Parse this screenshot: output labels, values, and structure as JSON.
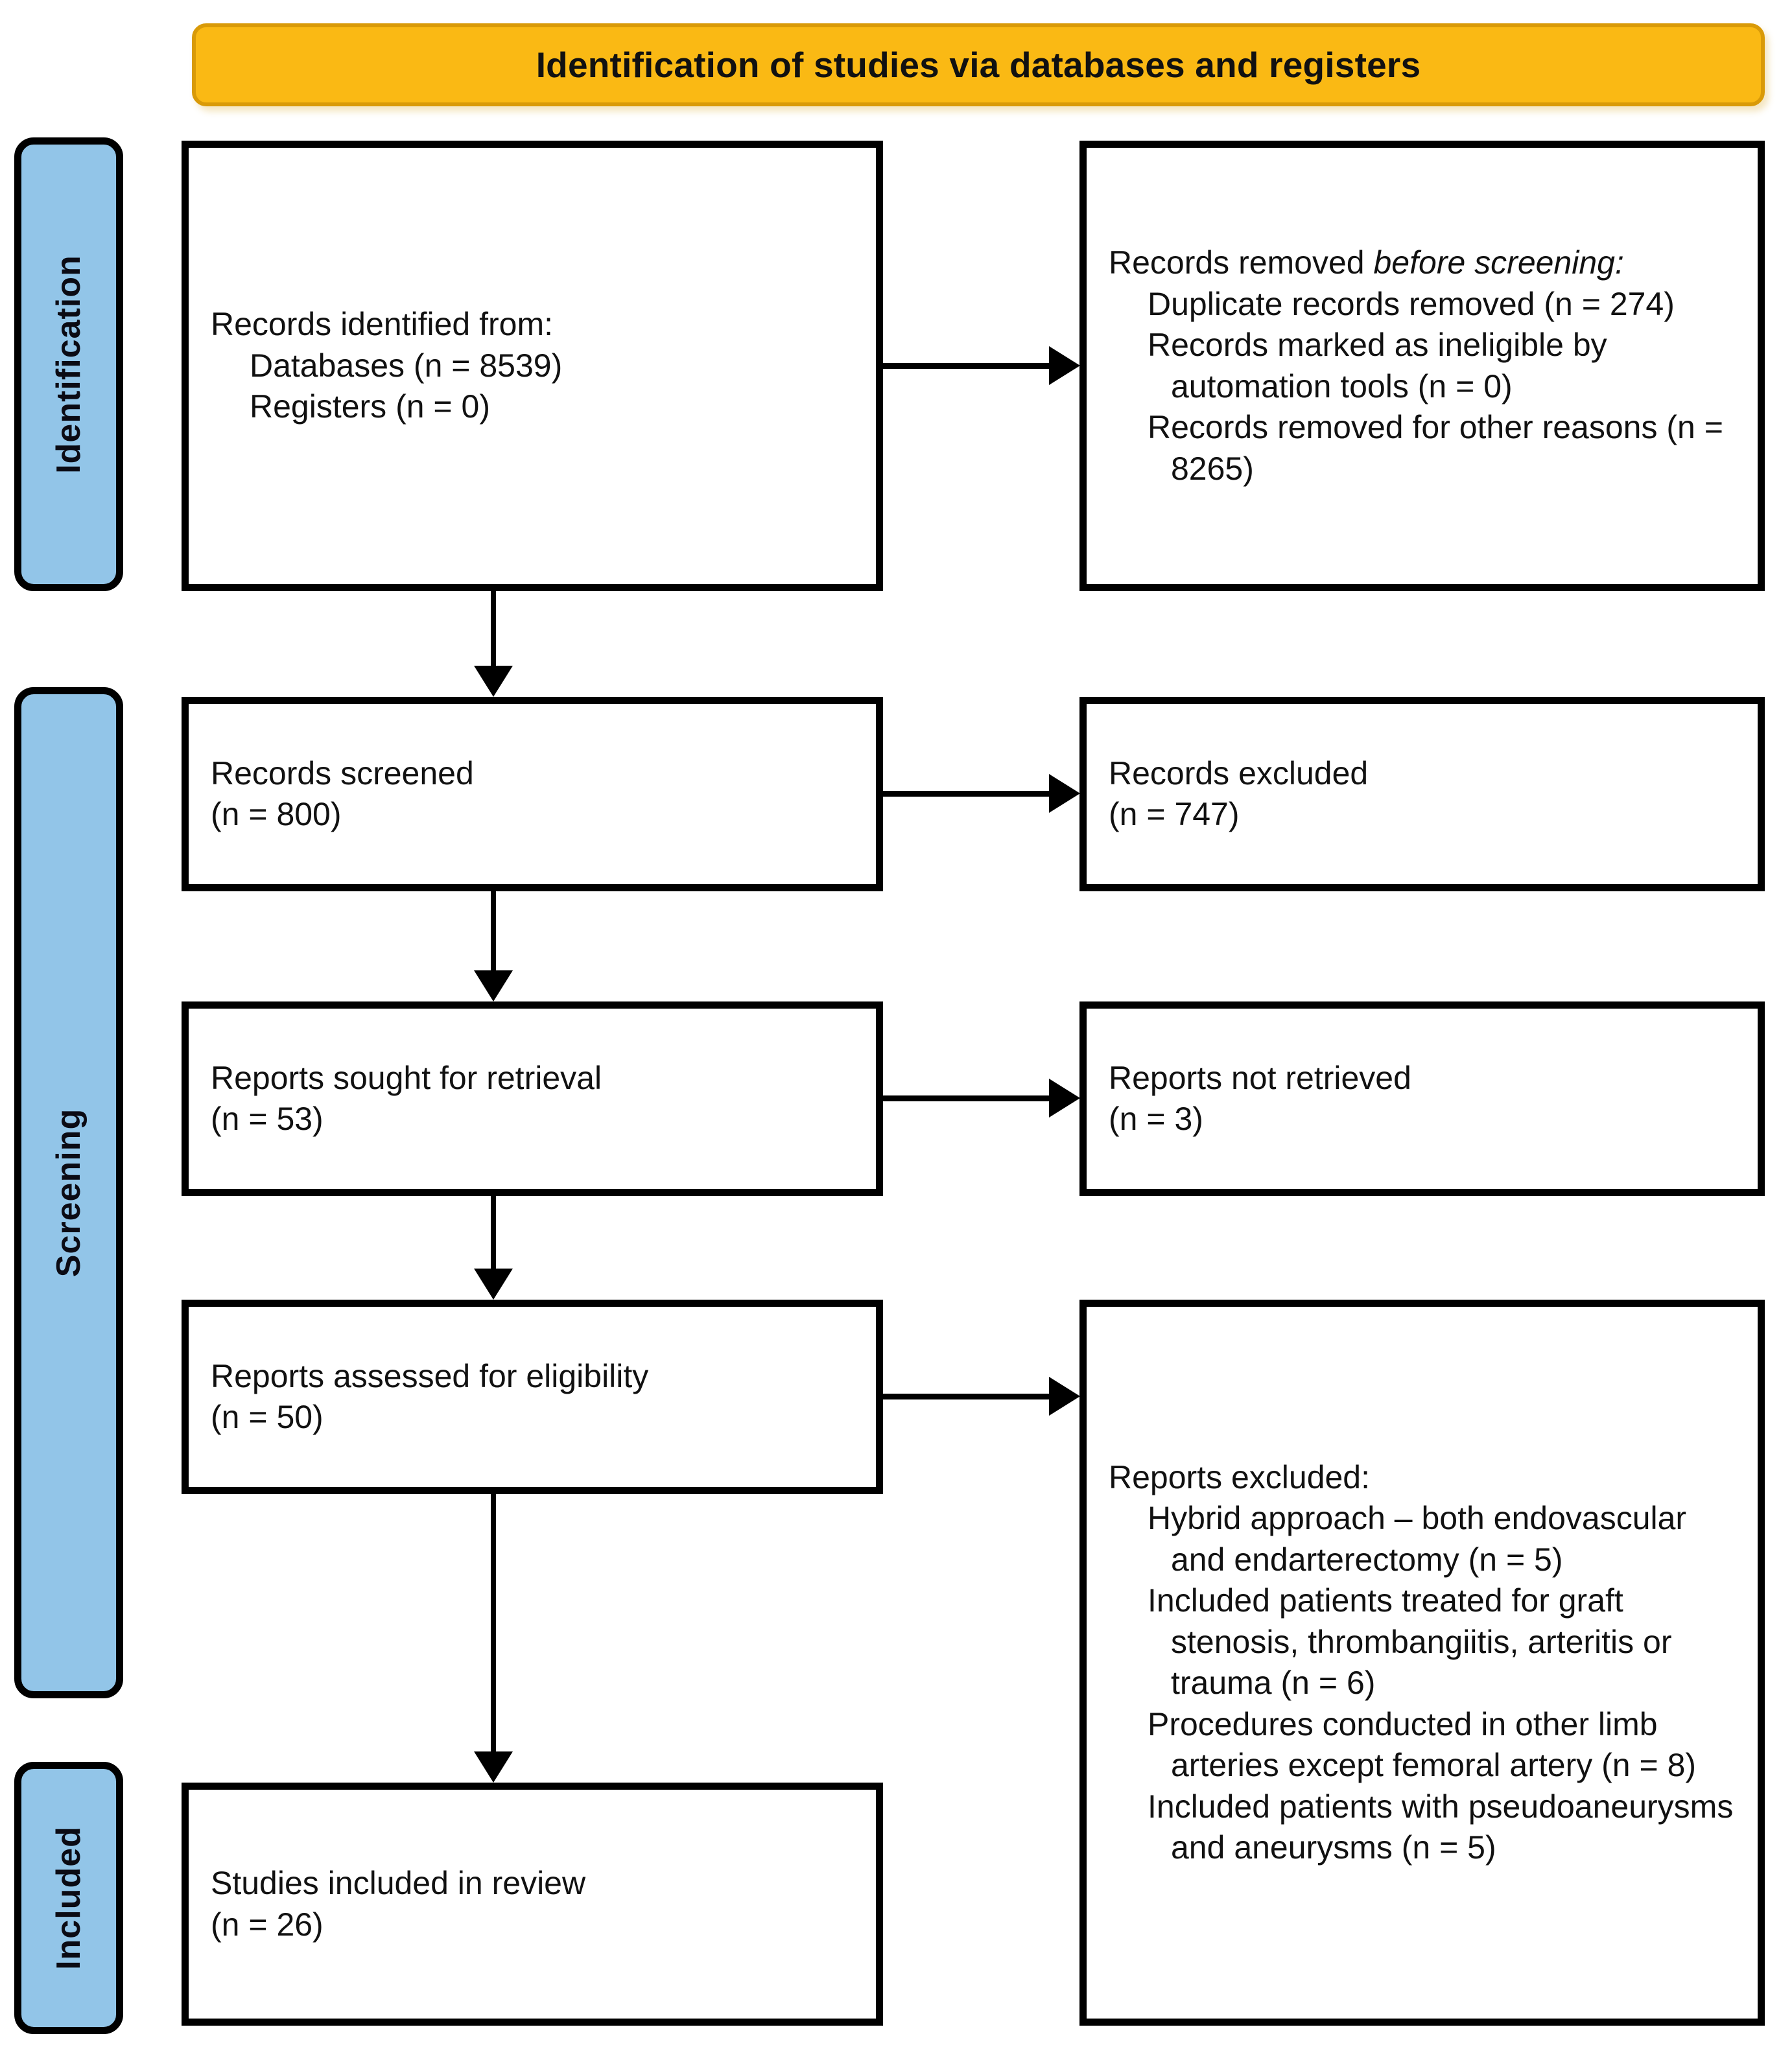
{
  "banner": {
    "title": "Identification of studies via databases and registers",
    "bg_color": "#FAB914",
    "text_color": "#111111"
  },
  "stages": [
    {
      "id": "identification",
      "label": "Identification",
      "bg_color": "#92C5E8"
    },
    {
      "id": "screening",
      "label": "Screening",
      "bg_color": "#92C5E8"
    },
    {
      "id": "included",
      "label": "Included",
      "bg_color": "#92C5E8"
    }
  ],
  "boxes": {
    "identified": {
      "heading": "Records identified from:",
      "items": [
        "Databases (n = 8539)",
        "Registers (n = 0)"
      ]
    },
    "removed": {
      "heading_plain": "Records removed ",
      "heading_italic": "before screening",
      "heading_suffix": ":",
      "items": [
        "Duplicate records removed (n = 274)",
        "Records marked as ineligible by automation tools (n = 0)",
        "Records removed for other reasons (n = 8265)"
      ]
    },
    "screened": {
      "heading": "Records screened",
      "count": "(n = 800)"
    },
    "excluded_records": {
      "heading": "Records excluded",
      "count": "(n = 747)"
    },
    "sought": {
      "heading": "Reports sought for retrieval",
      "count": "(n = 53)"
    },
    "not_retrieved": {
      "heading": "Reports not retrieved",
      "count": "(n = 3)"
    },
    "assessed": {
      "heading": "Reports assessed for eligibility",
      "count": "(n = 50)"
    },
    "excluded_reports": {
      "heading": "Reports excluded:",
      "items": [
        "Hybrid approach – both endovascular and endarterectomy (n = 5)",
        "Included patients treated for graft stenosis, thrombangiitis, arteritis or trauma (n = 6)",
        "Procedures conducted in other limb arteries except femoral artery (n = 8)",
        "Included patients with pseudoaneurysms and aneurysms (n = 5)"
      ]
    },
    "included": {
      "heading": "Studies included in review",
      "count": "(n = 26)"
    }
  },
  "chart_data": {
    "type": "diagram",
    "title": "Identification of studies via databases and registers",
    "flow": [
      {
        "stage": "Identification",
        "node": "Records identified from: Databases",
        "n": 8539
      },
      {
        "stage": "Identification",
        "node": "Records identified from: Registers",
        "n": 0
      },
      {
        "stage": "Identification",
        "node": "Duplicate records removed",
        "n": 274
      },
      {
        "stage": "Identification",
        "node": "Records marked as ineligible by automation tools",
        "n": 0
      },
      {
        "stage": "Identification",
        "node": "Records removed for other reasons",
        "n": 8265
      },
      {
        "stage": "Screening",
        "node": "Records screened",
        "n": 800
      },
      {
        "stage": "Screening",
        "node": "Records excluded",
        "n": 747
      },
      {
        "stage": "Screening",
        "node": "Reports sought for retrieval",
        "n": 53
      },
      {
        "stage": "Screening",
        "node": "Reports not retrieved",
        "n": 3
      },
      {
        "stage": "Screening",
        "node": "Reports assessed for eligibility",
        "n": 50
      },
      {
        "stage": "Screening",
        "node": "Reports excluded: Hybrid approach – both endovascular and endarterectomy",
        "n": 5
      },
      {
        "stage": "Screening",
        "node": "Reports excluded: Included patients treated for graft stenosis, thrombangiitis, arteritis or trauma",
        "n": 6
      },
      {
        "stage": "Screening",
        "node": "Reports excluded: Procedures conducted in other limb arteries except femoral artery",
        "n": 8
      },
      {
        "stage": "Screening",
        "node": "Reports excluded: Included patients with pseudoaneurysms and aneurysms",
        "n": 5
      },
      {
        "stage": "Included",
        "node": "Studies included in review",
        "n": 26
      }
    ]
  }
}
